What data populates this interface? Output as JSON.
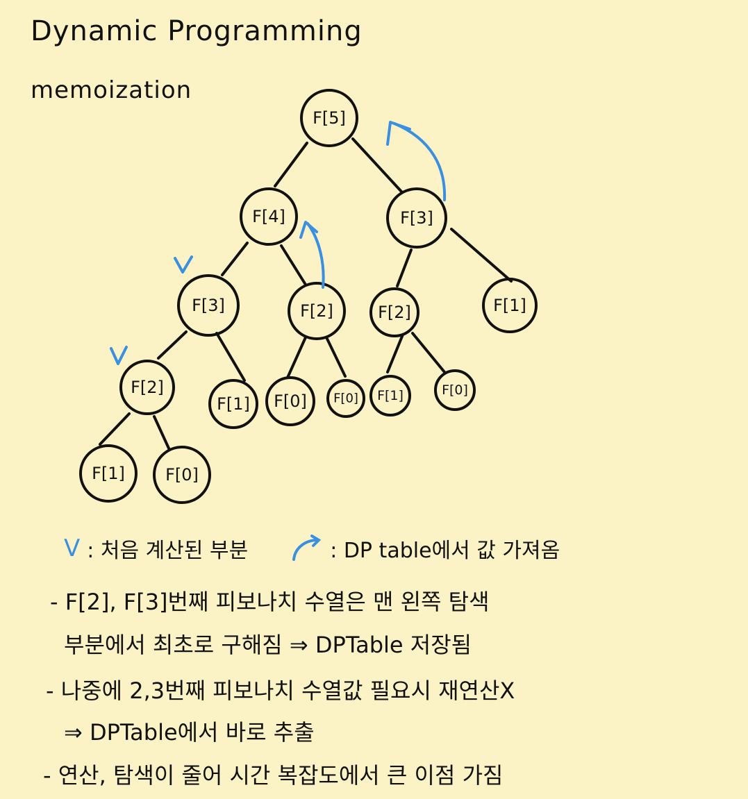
{
  "title": "Dynamic Programming",
  "subtitle": "memoization",
  "nodes": [
    {
      "id": "n5",
      "label": "F[5]"
    },
    {
      "id": "n4",
      "label": "F[4]"
    },
    {
      "id": "n3r",
      "label": "F[3]"
    },
    {
      "id": "n3l",
      "label": "F[3]"
    },
    {
      "id": "n2m",
      "label": "F[2]"
    },
    {
      "id": "n2r",
      "label": "F[2]"
    },
    {
      "id": "n1rr",
      "label": "F[1]"
    },
    {
      "id": "n2l",
      "label": "F[2]"
    },
    {
      "id": "n1a",
      "label": "F[1]"
    },
    {
      "id": "n0a",
      "label": "F[0]"
    },
    {
      "id": "n0b",
      "label": "F[0]"
    },
    {
      "id": "n1b",
      "label": "F[1]"
    },
    {
      "id": "n0c",
      "label": "F[0]"
    },
    {
      "id": "n1c",
      "label": "F[1]"
    },
    {
      "id": "n0d",
      "label": "F[0]"
    }
  ],
  "legend": {
    "check_mark": "V",
    "check_text": ": 처음 계산된 부분",
    "arrow_text": ": DP table에서 값 가져옴"
  },
  "notes": [
    "- F[2], F[3]번째 피보나치 수열은 맨 왼쪽 탐색",
    "부분에서 최초로 구해짐 ⇒ DPTable 저장됨",
    "- 나중에 2,3번째 피보나치 수열값 필요시 재연산X",
    "⇒ DPTable에서 바로 추출",
    "- 연산, 탐색이 줄어 시간 복잡도에서 큰 이점 가짐"
  ]
}
